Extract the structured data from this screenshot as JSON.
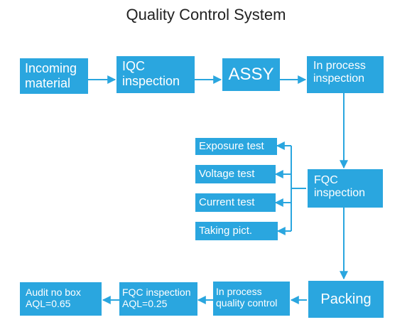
{
  "title": "Quality Control System",
  "colors": {
    "box": "#2aa6df",
    "text": "#ffffff",
    "title": "#222222"
  },
  "nodes": {
    "incoming_material": [
      "Incoming",
      "material"
    ],
    "iqc_inspection": [
      "IQC",
      "inspection"
    ],
    "assy": "ASSY",
    "in_process_inspection": [
      "In process",
      "inspection"
    ],
    "fqc_inspection": [
      "FQC",
      "inspection"
    ],
    "exposure_test": "Exposure test",
    "voltage_test": "Voltage test",
    "current_test": "Current test",
    "taking_pict": "Taking pict.",
    "packing": "Packing",
    "in_process_quality_control": [
      "In process",
      "quality control"
    ],
    "fqc_inspection_aql": [
      "FQC inspection",
      "AQL=0.25"
    ],
    "audit_no_box": [
      "Audit no box",
      "AQL=0.65"
    ]
  }
}
